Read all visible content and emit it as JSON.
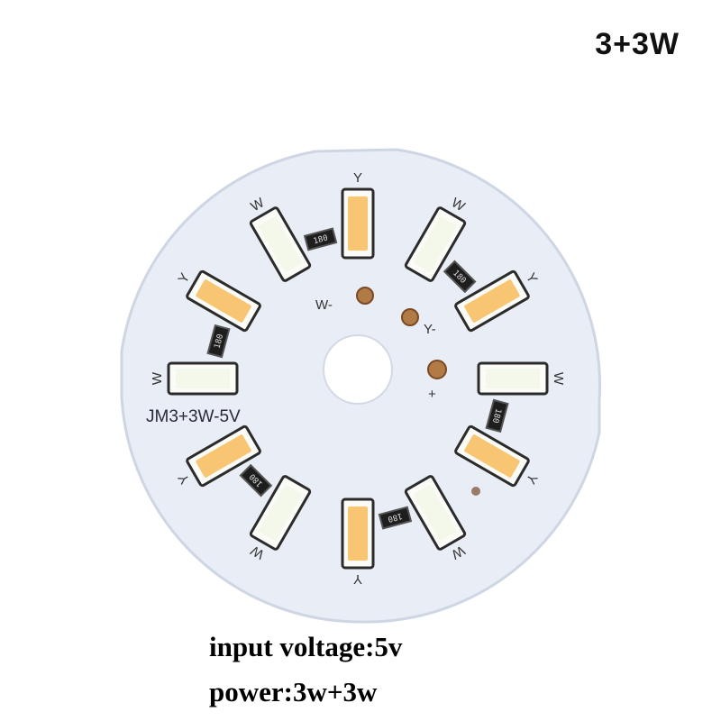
{
  "badge": "3+3W",
  "board": {
    "model_label": "JM3+3W-5V",
    "resistor_code": "180",
    "pads": {
      "white": "W-",
      "yellow": "Y-",
      "plus": "+"
    },
    "led_letters": {
      "yellow": "Y",
      "white": "W"
    },
    "colors": {
      "pcb": "#e9edf5",
      "pcb_edge": "#cfd6e3",
      "led_white": "#f4f8ea",
      "led_yellow": "#f8c673",
      "led_body": "#fbfbf7"
    },
    "leds": [
      {
        "type": "yellow"
      },
      {
        "type": "white"
      },
      {
        "type": "yellow"
      },
      {
        "type": "white"
      },
      {
        "type": "yellow"
      },
      {
        "type": "white"
      },
      {
        "type": "yellow"
      },
      {
        "type": "white"
      },
      {
        "type": "yellow"
      },
      {
        "type": "white"
      },
      {
        "type": "yellow"
      },
      {
        "type": "white"
      }
    ]
  },
  "specs": {
    "line1": "input voltage:5v",
    "line2": "power:3w+3w"
  }
}
